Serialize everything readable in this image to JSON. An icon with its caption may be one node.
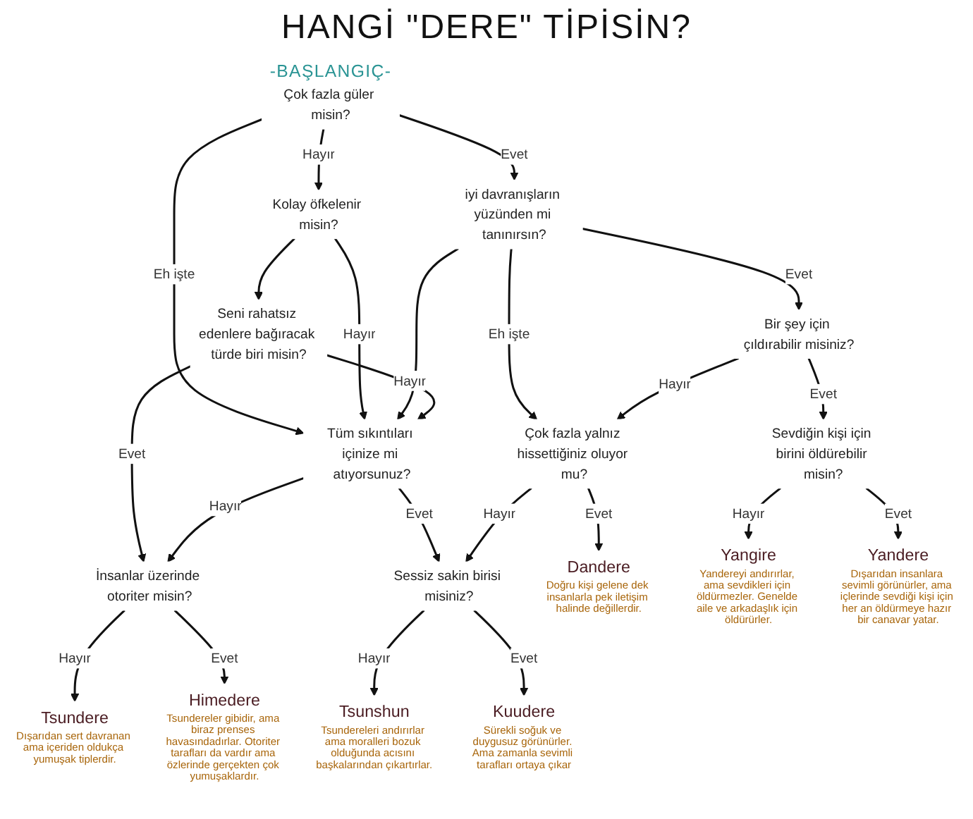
{
  "diagram": {
    "title": "HANGİ \"DERE\" TİPİSİN?",
    "nodes": [
      {
        "text": [
          "-BAŞLANGIÇ-",
          "Çok fazla güler misin?"
        ]
      },
      {
        "text": [
          "Kolay öfkelenir misin?"
        ]
      },
      {
        "text": [
          "iyi davranışların yüzünden mi tanınırsın?"
        ]
      },
      {
        "text": [
          "Seni rahatsız edenlere bağıracak türde biri misin?"
        ]
      },
      {
        "text": [
          "Tüm sıkıntıları içinize mi atıyorsunuz?"
        ]
      },
      {
        "text": [
          "Çok fazla yalnız hissettiğiniz oluyor mu?"
        ]
      },
      {
        "text": [
          "Bir şey için çıldırabilir misiniz?"
        ]
      },
      {
        "text": [
          "İnsanlar üzerinde otoriter misin?"
        ]
      },
      {
        "text": [
          "Sessiz sakin birisi misiniz?"
        ]
      },
      {
        "text": [
          "Sevdiğin kişi için birini öldürebilir misin?"
        ]
      },
      {
        "text": [
          "Tsundere",
          "Dışarıdan sert davranan ama içeriden oldukça yumuşak tiplerdir."
        ]
      },
      {
        "text": [
          "Himedere",
          "Tsundereler gibidir, ama biraz prenses havasındadırlar. Otoriter tarafları da vardır ama özlerinde gerçekten çok yumuşaklardır."
        ]
      },
      {
        "text": [
          "Tsunshun",
          "Tsundereleri andırırlar ama moralleri bozuk olduğunda acısını başkalarından çıkartırlar."
        ]
      },
      {
        "text": [
          "Kuudere",
          "Sürekli soğuk ve duygusuz görünürler. Ama zamanla sevimli tarafları ortaya çıkar"
        ]
      },
      {
        "text": [
          "Dandere",
          "Doğru kişi gelene dek insanlarla pek iletişim halinde değillerdir."
        ]
      },
      {
        "text": [
          "Yangire",
          "Yandereyi andırırlar, ama sevdikleri için öldürmezler. Genelde aile ve arkadaşlık için öldürürler."
        ]
      },
      {
        "text": [
          "Yandere",
          "Dışarıdan insanlara sevimli görünürler, ama içlerinde sevdiği kişi için her an öldürmeye hazır bir canavar yatar."
        ]
      }
    ],
    "edges": [
      {
        "from": 0,
        "to": 1,
        "arrow": "to",
        "label": "Hayır"
      },
      {
        "from": 0,
        "to": 2,
        "arrow": "to",
        "label": "Evet"
      },
      {
        "from": 0,
        "to": 4,
        "arrow": "to",
        "label": "Eh işte"
      },
      {
        "from": 1,
        "to": 3,
        "arrow": "to"
      },
      {
        "from": 1,
        "to": 4,
        "arrow": "to",
        "label": "Hayır"
      },
      {
        "from": 2,
        "to": 4,
        "arrow": "to"
      },
      {
        "from": 2,
        "to": 5,
        "arrow": "to",
        "label": "Eh işte"
      },
      {
        "from": 2,
        "to": 6,
        "arrow": "to",
        "label": "Evet"
      },
      {
        "from": 3,
        "to": 7,
        "arrow": "to",
        "label": "Evet"
      },
      {
        "from": 3,
        "to": 4,
        "arrow": "to",
        "label": "Hayır"
      },
      {
        "from": 4,
        "to": 7,
        "arrow": "to",
        "label": "Hayır"
      },
      {
        "from": 4,
        "to": 8,
        "arrow": "to",
        "label": "Evet"
      },
      {
        "from": 5,
        "to": 8,
        "arrow": "to",
        "label": "Hayır"
      },
      {
        "from": 5,
        "to": 14,
        "arrow": "to",
        "label": "Evet"
      },
      {
        "from": 6,
        "to": 5,
        "arrow": "to",
        "label": "Hayır"
      },
      {
        "from": 6,
        "to": 9,
        "arrow": "to",
        "label": "Evet"
      },
      {
        "from": 7,
        "to": 10,
        "arrow": "to",
        "label": "Hayır"
      },
      {
        "from": 7,
        "to": 11,
        "arrow": "to",
        "label": "Evet"
      },
      {
        "from": 8,
        "to": 12,
        "arrow": "to",
        "label": "Hayır"
      },
      {
        "from": 8,
        "to": 13,
        "arrow": "to",
        "label": "Evet"
      },
      {
        "from": 9,
        "to": 15,
        "arrow": "to",
        "label": "Hayır"
      },
      {
        "from": 9,
        "to": 16,
        "arrow": "to",
        "label": "Evet"
      }
    ]
  }
}
